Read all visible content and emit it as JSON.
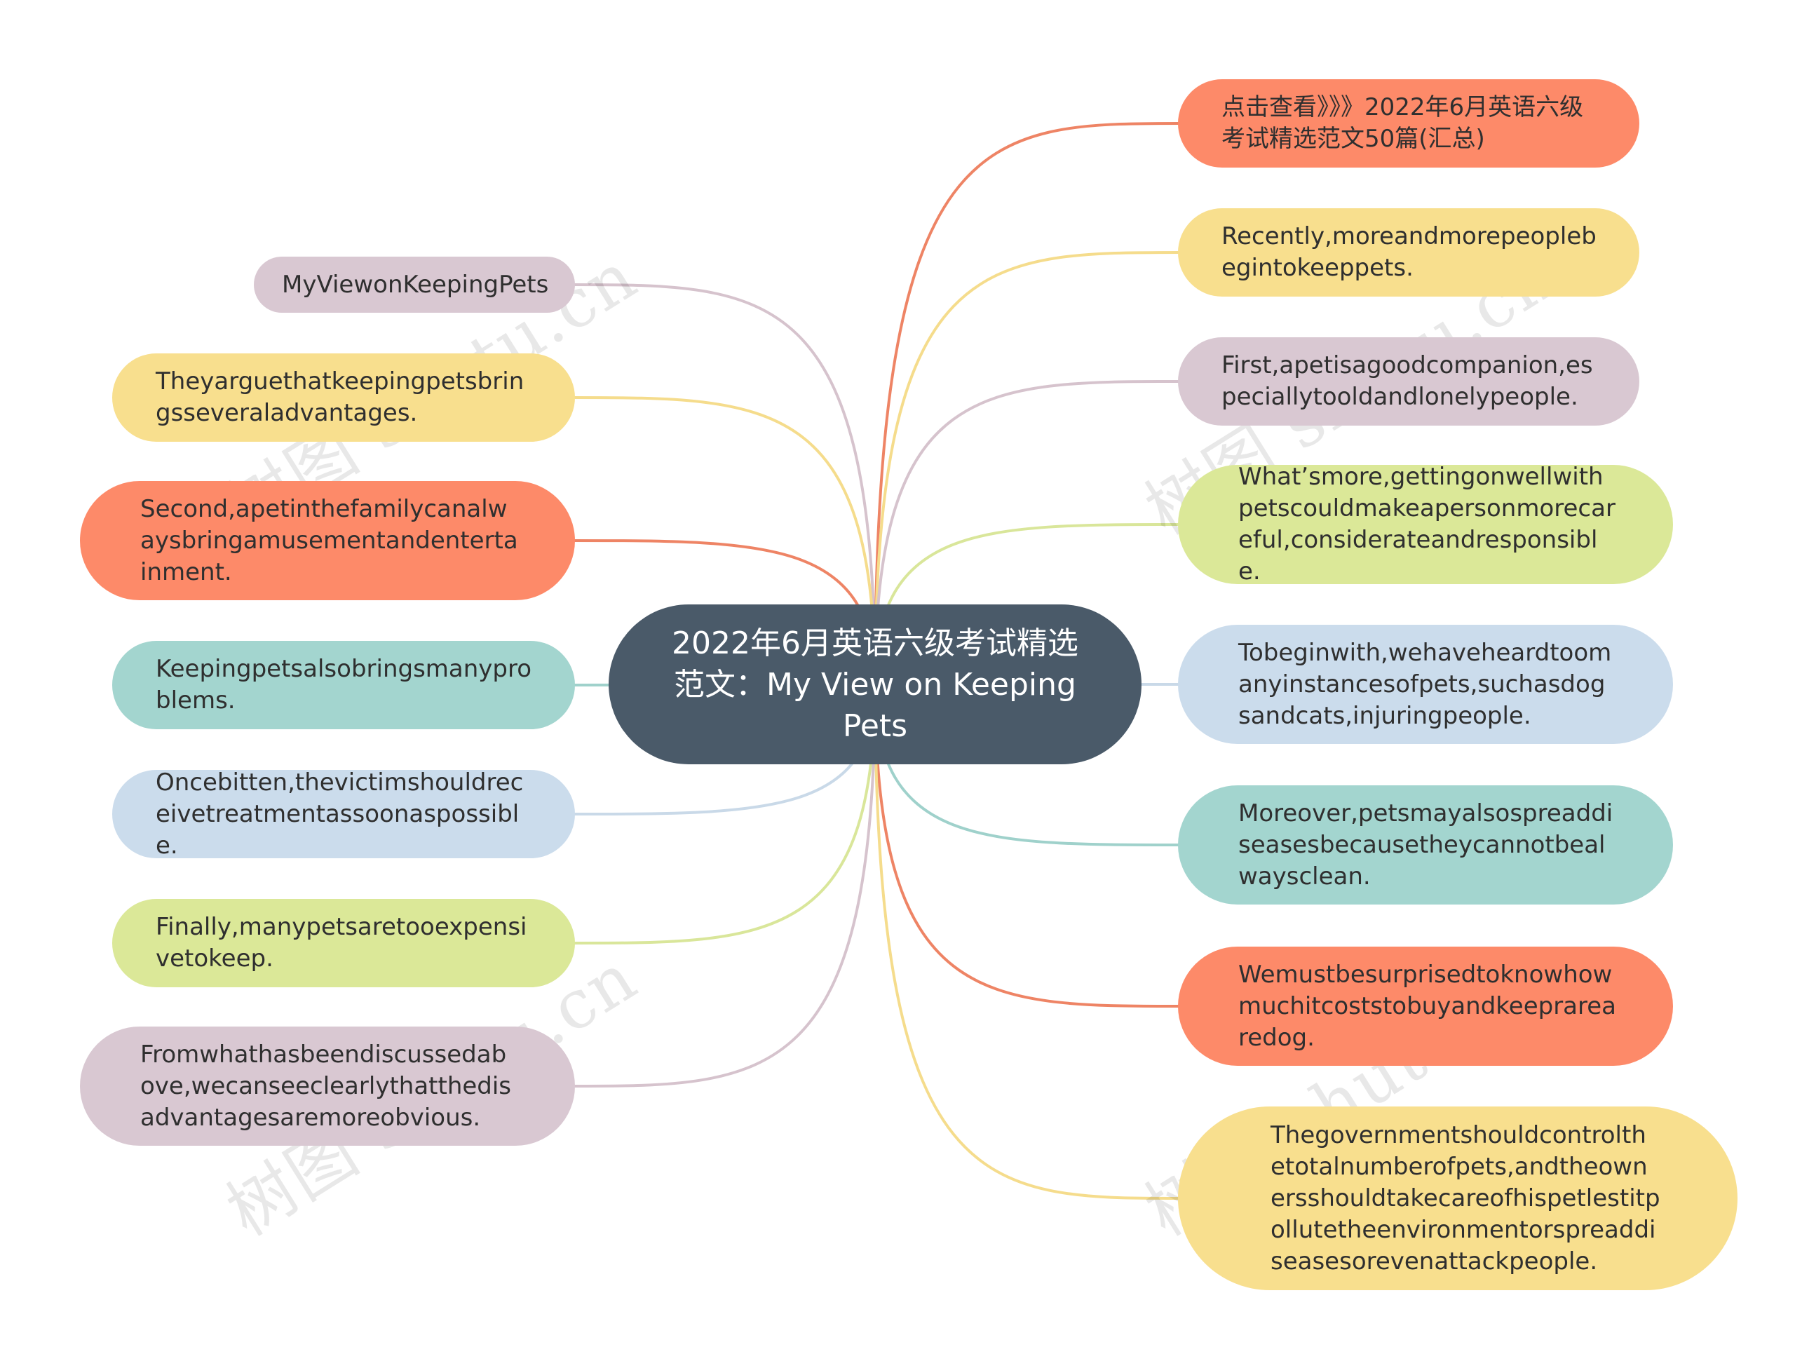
{
  "center": {
    "text": "2022年6月英语六级考试精选范文：My View on Keeping Pets",
    "color": "#4a5a69"
  },
  "right_nodes": [
    {
      "text": "点击查看》》》2022年6月英语六级考试精选范文50篇(汇总)",
      "color": "#fd8a69",
      "line": "#ee8465"
    },
    {
      "text": "Recently,moreandmorepeoplebegintokeeppets.",
      "color": "#f8df8e",
      "line": "#f5dc8c"
    },
    {
      "text": "First,apetisagoodcompanion,especiallytooldandlonelypeople.",
      "color": "#d9c8d2",
      "line": "#d6c3cd"
    },
    {
      "text": "What’smore,gettingonwellwithpetscouldmakeapersonmorecareful,considerateandresponsible.",
      "color": "#dbe898",
      "line": "#d9e69a"
    },
    {
      "text": "Tobeginwith,wehaveheardtoomanyinstancesofpets,suchasdogsandcats,injuringpeople.",
      "color": "#cbdcec",
      "line": "#c9d9e8"
    },
    {
      "text": "Moreover,petsmayalsospreaddiseasesbecausetheycannotbealwaysclean.",
      "color": "#a3d5cf",
      "line": "#9fd1cb"
    },
    {
      "text": "Wemustbesurprisedtoknowhowmuchitcoststobuyandkeeprarearedog.",
      "color": "#fd8a69",
      "line": "#ee8465"
    },
    {
      "text": "Thegovernmentshouldcontrolthetotalnumberofpets,andtheownersshouldtakecareofhispetlestitpollutetheenvironmentorspreaddiseasesorevenattackpeople.",
      "color": "#f8df8e",
      "line": "#f5dc8c"
    }
  ],
  "left_nodes": [
    {
      "text": "MyViewonKeepingPets",
      "color": "#d9c8d2",
      "line": "#d6c3cd"
    },
    {
      "text": "Theyarguethatkeepingpetsbringsseveraladvantages.",
      "color": "#f8df8e",
      "line": "#f5dc8c"
    },
    {
      "text": "Second,apetinthefamilycanalwaysbringamusementandentertainment.",
      "color": "#fd8a69",
      "line": "#ee8465"
    },
    {
      "text": "Keepingpetsalsobringsmanyproblems.",
      "color": "#a3d5cf",
      "line": "#9fd1cb"
    },
    {
      "text": "Oncebitten,thevictimshouldreceivetreatmentassoonaspossible.",
      "color": "#cbdcec",
      "line": "#c9d9e8"
    },
    {
      "text": "Finally,manypetsaretooexpensivetokeep.",
      "color": "#dbe898",
      "line": "#d9e69a"
    },
    {
      "text": "Fromwhathasbeendiscussedabove,wecanseeclearlythatthedisadvantagesaremoreobvious.",
      "color": "#d9c8d2",
      "line": "#d6c3cd"
    }
  ],
  "watermark": {
    "text": "树图 shutu.cn"
  }
}
